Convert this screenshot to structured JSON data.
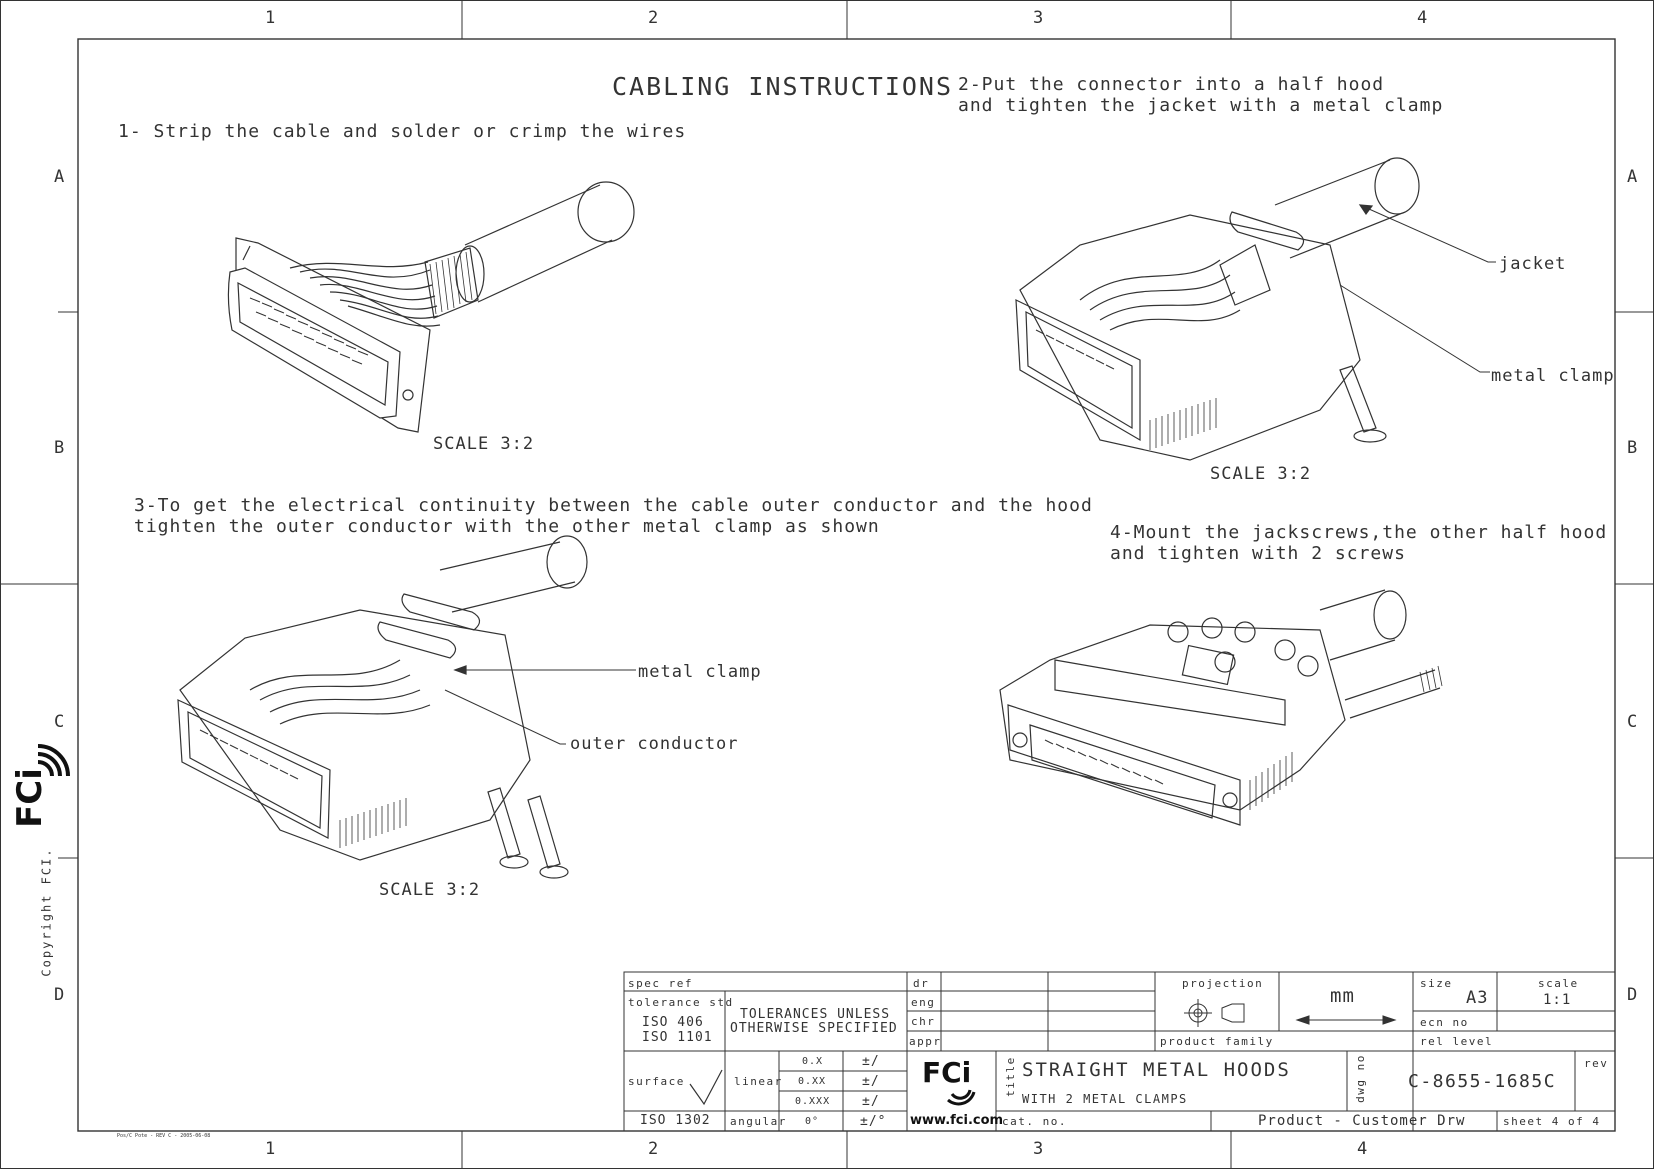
{
  "frame": {
    "zone_numbers": [
      "1",
      "2",
      "3",
      "4"
    ],
    "zone_letters": [
      "A",
      "B",
      "C",
      "D"
    ],
    "copyright": "Copyright FCI.",
    "footer_small": "Pos/C Pote - REV C - 2005-06-08",
    "logo_text": "FCi"
  },
  "drawing": {
    "title": "CABLING INSTRUCTIONS",
    "step1": "1- Strip the cable and solder or crimp the wires",
    "step2_line1": "2-Put the connector into a half hood",
    "step2_line2": "and tighten the jacket with a metal clamp",
    "step3_line1": "3-To get the electrical continuity between the cable outer conductor and the hood",
    "step3_line2": "tighten the outer conductor with the other metal clamp as shown",
    "step4_line1": "4-Mount the jackscrews,the other half hood",
    "step4_line2": "and tighten with 2 screws",
    "scale_label": "SCALE  3:2",
    "callouts": {
      "jacket": "jacket",
      "metal_clamp": "metal clamp",
      "outer_conductor": "outer conductor"
    }
  },
  "title_block": {
    "spec_ref": "spec ref",
    "tolerance_std": "tolerance std",
    "tol_line1": "TOLERANCES UNLESS",
    "tol_line2": "OTHERWISE SPECIFIED",
    "iso_406": "ISO 406",
    "iso_1101": "ISO 1101",
    "surface": "surface",
    "linear": "linear",
    "angular": "angular",
    "iso_1302": "ISO 1302",
    "tol_rows": [
      "0.X",
      "0.XX",
      "0.XXX",
      "0°"
    ],
    "tol_values": [
      "±/",
      "±/",
      "±/",
      "±/°"
    ],
    "dr": "dr",
    "eng": "eng",
    "chr": "chr",
    "appr": "appr",
    "projection": "projection",
    "units": "mm",
    "product_family": "product family",
    "size_label": "size",
    "size_value": "A3",
    "scale_label": "scale",
    "scale_value": "1:1",
    "ecn_no": "ecn no",
    "rel_level": "rel level",
    "title_label": "title",
    "title_main": "STRAIGHT METAL HOODS",
    "title_sub": "WITH 2 METAL CLAMPS",
    "dwg_no_label": "dwg no",
    "dwg_no": "C-8655-1685C",
    "rev_label": "rev",
    "cat_no": "cat. no.",
    "doc_type": "Product - Customer Drw",
    "sheet": "sheet 4 of 4",
    "website": "www.fci.com"
  }
}
